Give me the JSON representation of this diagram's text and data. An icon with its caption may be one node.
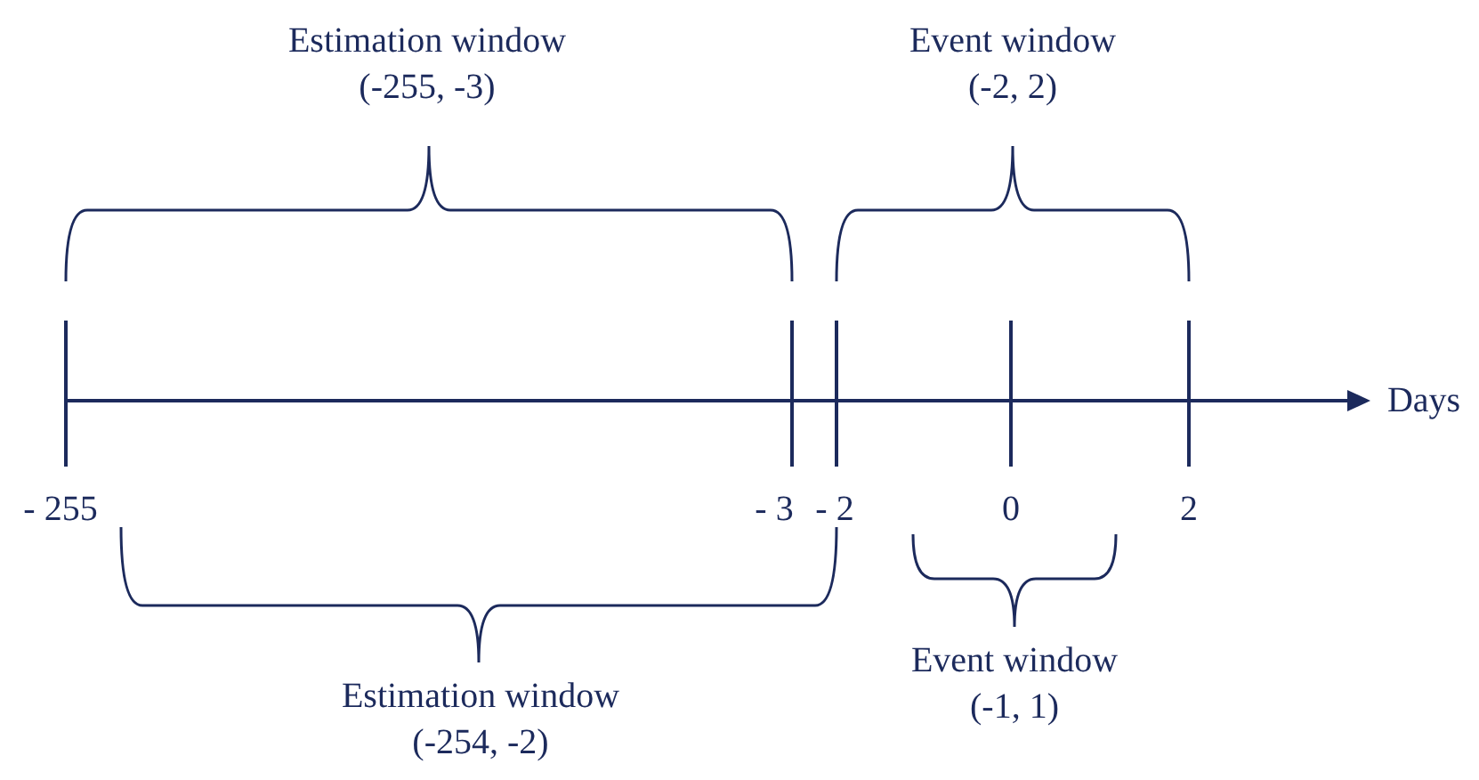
{
  "diagram": {
    "labels": [
      "Estimation window (-255, -3)",
      "Event window (-2, 2)",
      "Days",
      "- 255",
      "- 3",
      "- 2",
      "0",
      "2",
      "Estimation window (-254, -2)",
      "Event window (-1, 1)"
    ]
  }
}
